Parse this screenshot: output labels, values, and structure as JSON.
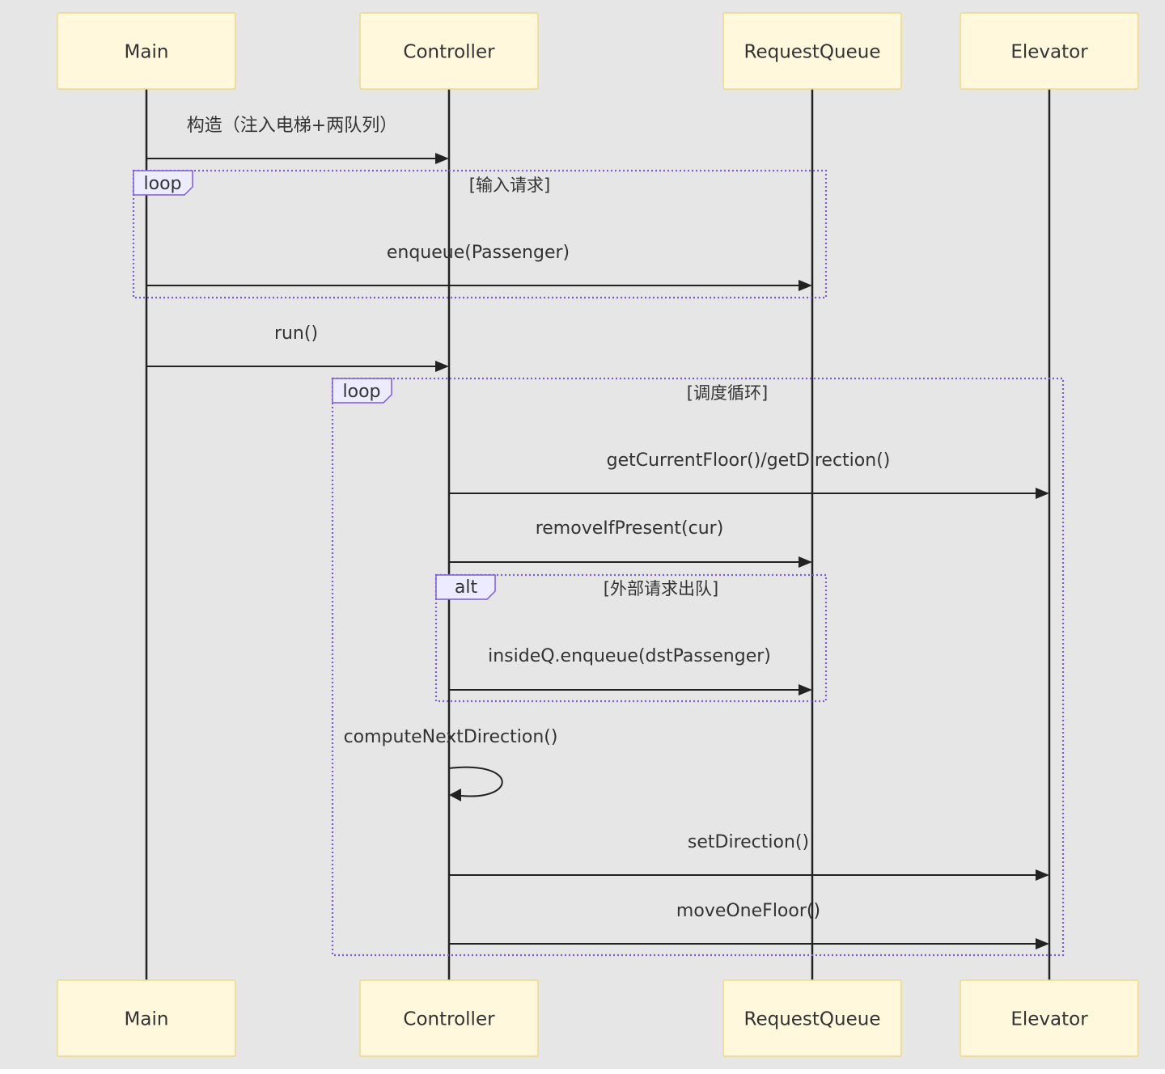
{
  "participants": [
    {
      "id": "main",
      "label": "Main"
    },
    {
      "id": "controller",
      "label": "Controller"
    },
    {
      "id": "requestqueue",
      "label": "RequestQueue"
    },
    {
      "id": "elevator",
      "label": "Elevator"
    }
  ],
  "messages": [
    {
      "id": "construct",
      "from": "main",
      "to": "controller",
      "label": "构造（注入电梯+两队列）"
    },
    {
      "id": "enqueue",
      "from": "main",
      "to": "requestqueue",
      "label": "enqueue(Passenger)"
    },
    {
      "id": "run",
      "from": "main",
      "to": "controller",
      "label": "run()"
    },
    {
      "id": "get-floor-direction",
      "from": "controller",
      "to": "elevator",
      "label": "getCurrentFloor()/getDirection()"
    },
    {
      "id": "remove-if-present",
      "from": "controller",
      "to": "requestqueue",
      "label": "removeIfPresent(cur)"
    },
    {
      "id": "inside-enqueue",
      "from": "controller",
      "to": "requestqueue",
      "label": "insideQ.enqueue(dstPassenger)"
    },
    {
      "id": "compute-next-direction",
      "from": "controller",
      "to": "controller",
      "label": "computeNextDirection()"
    },
    {
      "id": "set-direction",
      "from": "controller",
      "to": "elevator",
      "label": "setDirection()"
    },
    {
      "id": "move-one-floor",
      "from": "controller",
      "to": "elevator",
      "label": "moveOneFloor()"
    }
  ],
  "fragments": [
    {
      "id": "loop-input",
      "kind": "loop",
      "condition": "[输入请求]"
    },
    {
      "id": "loop-dispatch",
      "kind": "loop",
      "condition": "[调度循环]"
    },
    {
      "id": "alt-outside",
      "kind": "alt",
      "condition": "[外部请求出队]"
    }
  ]
}
